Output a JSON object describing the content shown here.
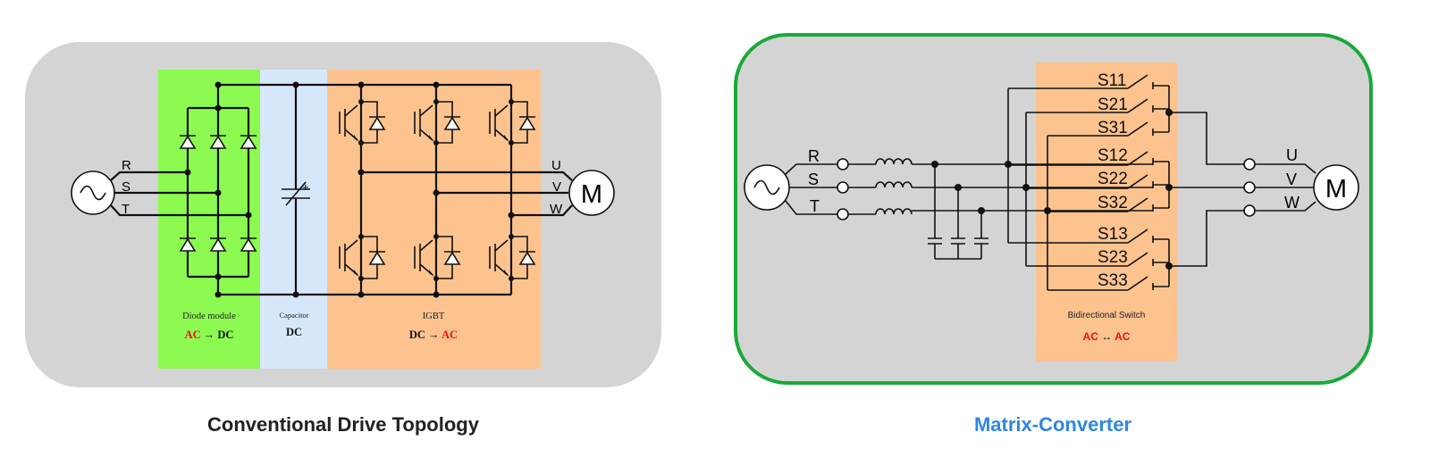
{
  "colors": {
    "panel": "#d4d4d4",
    "diode_zone": "#8cfa50",
    "capacitor_zone": "#d6e7fa",
    "igbt_zone": "#fcc38f",
    "switch_zone": "#fcc38f",
    "matrix_border": "#1aa83a",
    "red_text": "#ee1111",
    "blue_title": "#2f86e0",
    "dark_title": "#222222"
  },
  "conventional": {
    "title": "Conventional Drive Topology",
    "input_labels": [
      "R",
      "S",
      "T"
    ],
    "output_labels": [
      "U",
      "V",
      "W"
    ],
    "motor_label": "M",
    "capacitor_polarity": "+",
    "zones": [
      {
        "name": "Diode module",
        "from": "AC",
        "arrow": "→",
        "to": "DC"
      },
      {
        "name": "Capacitor",
        "value": "DC"
      },
      {
        "name": "IGBT",
        "from": "DC",
        "arrow": "→",
        "to": "AC"
      }
    ]
  },
  "matrix": {
    "title": "Matrix-Converter",
    "input_labels": [
      "R",
      "S",
      "T"
    ],
    "output_labels": [
      "U",
      "V",
      "W"
    ],
    "motor_label": "M",
    "switch_labels": [
      "S11",
      "S21",
      "S31",
      "S12",
      "S22",
      "S32",
      "S13",
      "S23",
      "S33"
    ],
    "zone_name": "Bidirectional Switch",
    "zone_from": "AC",
    "zone_arrow": "↔",
    "zone_to": "AC"
  }
}
